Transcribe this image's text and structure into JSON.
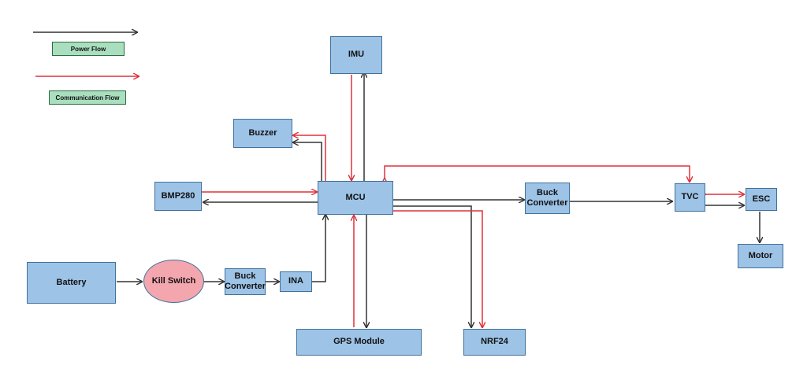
{
  "colors": {
    "power": "#333333",
    "communication": "#e0303a",
    "block_fill": "#9dc3e6",
    "switch_fill": "#f4a6ae",
    "legend_fill": "#a9dfbf"
  },
  "legend": {
    "power_label": "Power Flow",
    "communication_label": "Communication Flow"
  },
  "blocks": {
    "imu": "IMU",
    "buzzer": "Buzzer",
    "bmp280": "BMP280",
    "mcu": "MCU",
    "buck_converter_main": "Buck Converter",
    "tvc": "TVC",
    "esc": "ESC",
    "motor": "Motor",
    "battery": "Battery",
    "kill_switch": "Kill Switch",
    "buck_converter_power": "Buck Converter",
    "ina": "INA",
    "gps_module": "GPS Module",
    "nrf24": "NRF24"
  }
}
